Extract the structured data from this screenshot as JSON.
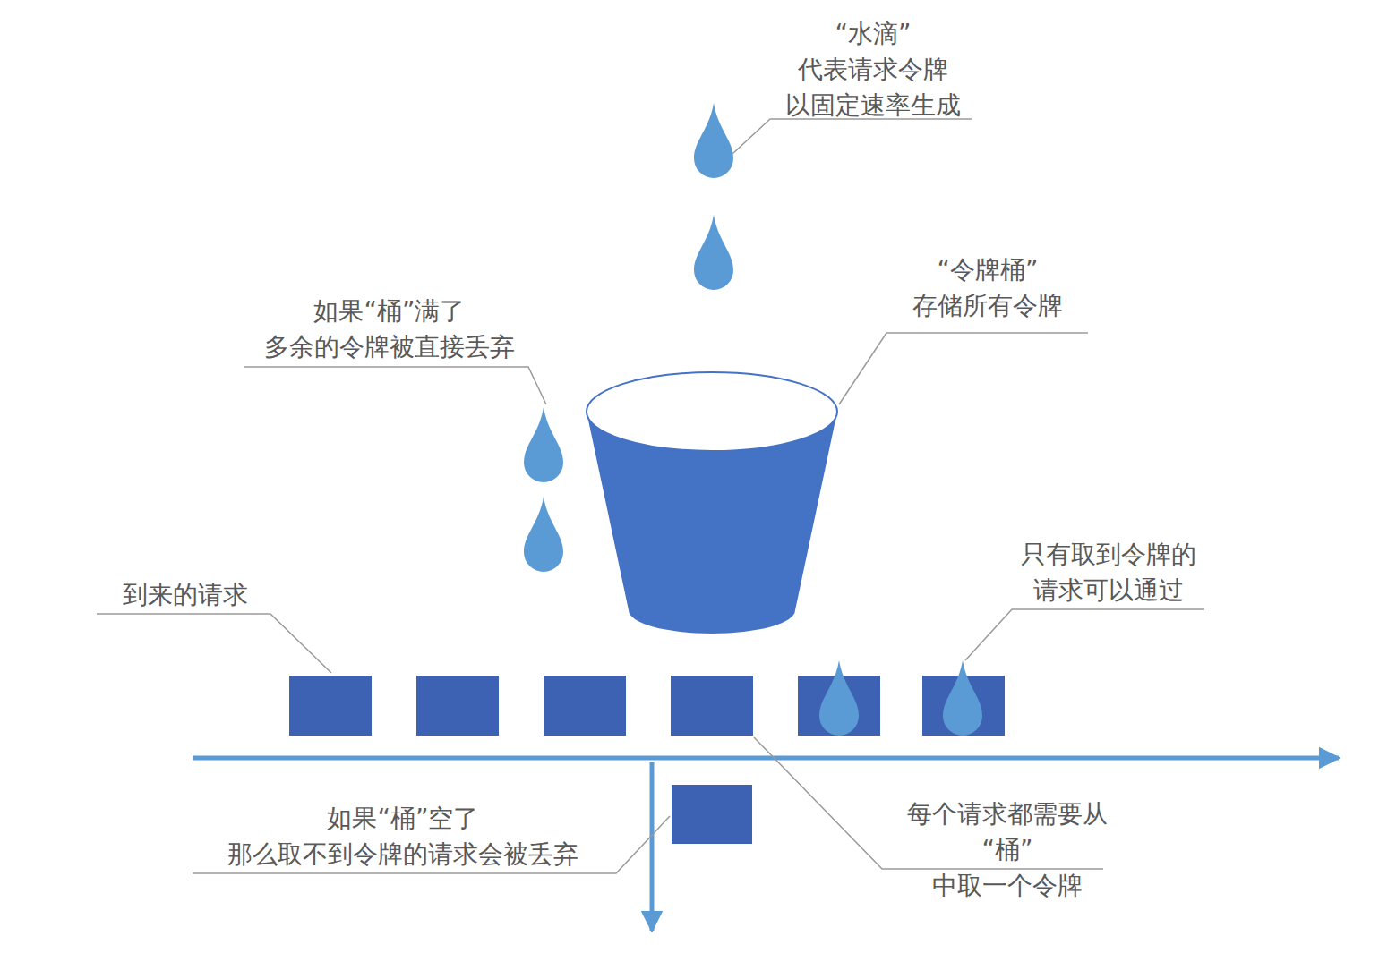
{
  "diagram": {
    "labels": [
      "“水滴” 代表请求令牌 以固定速率生成",
      "“令牌桶” 存储所有令牌",
      "如果“桶”满了 多余的令牌被直接丢弃",
      "到来的请求",
      "只有取到令牌的 请求可以通过",
      "如果“桶”空了 那么取不到令牌的请求会被丢弃",
      "每个请求都需要从 “桶”中取一个令牌"
    ]
  }
}
